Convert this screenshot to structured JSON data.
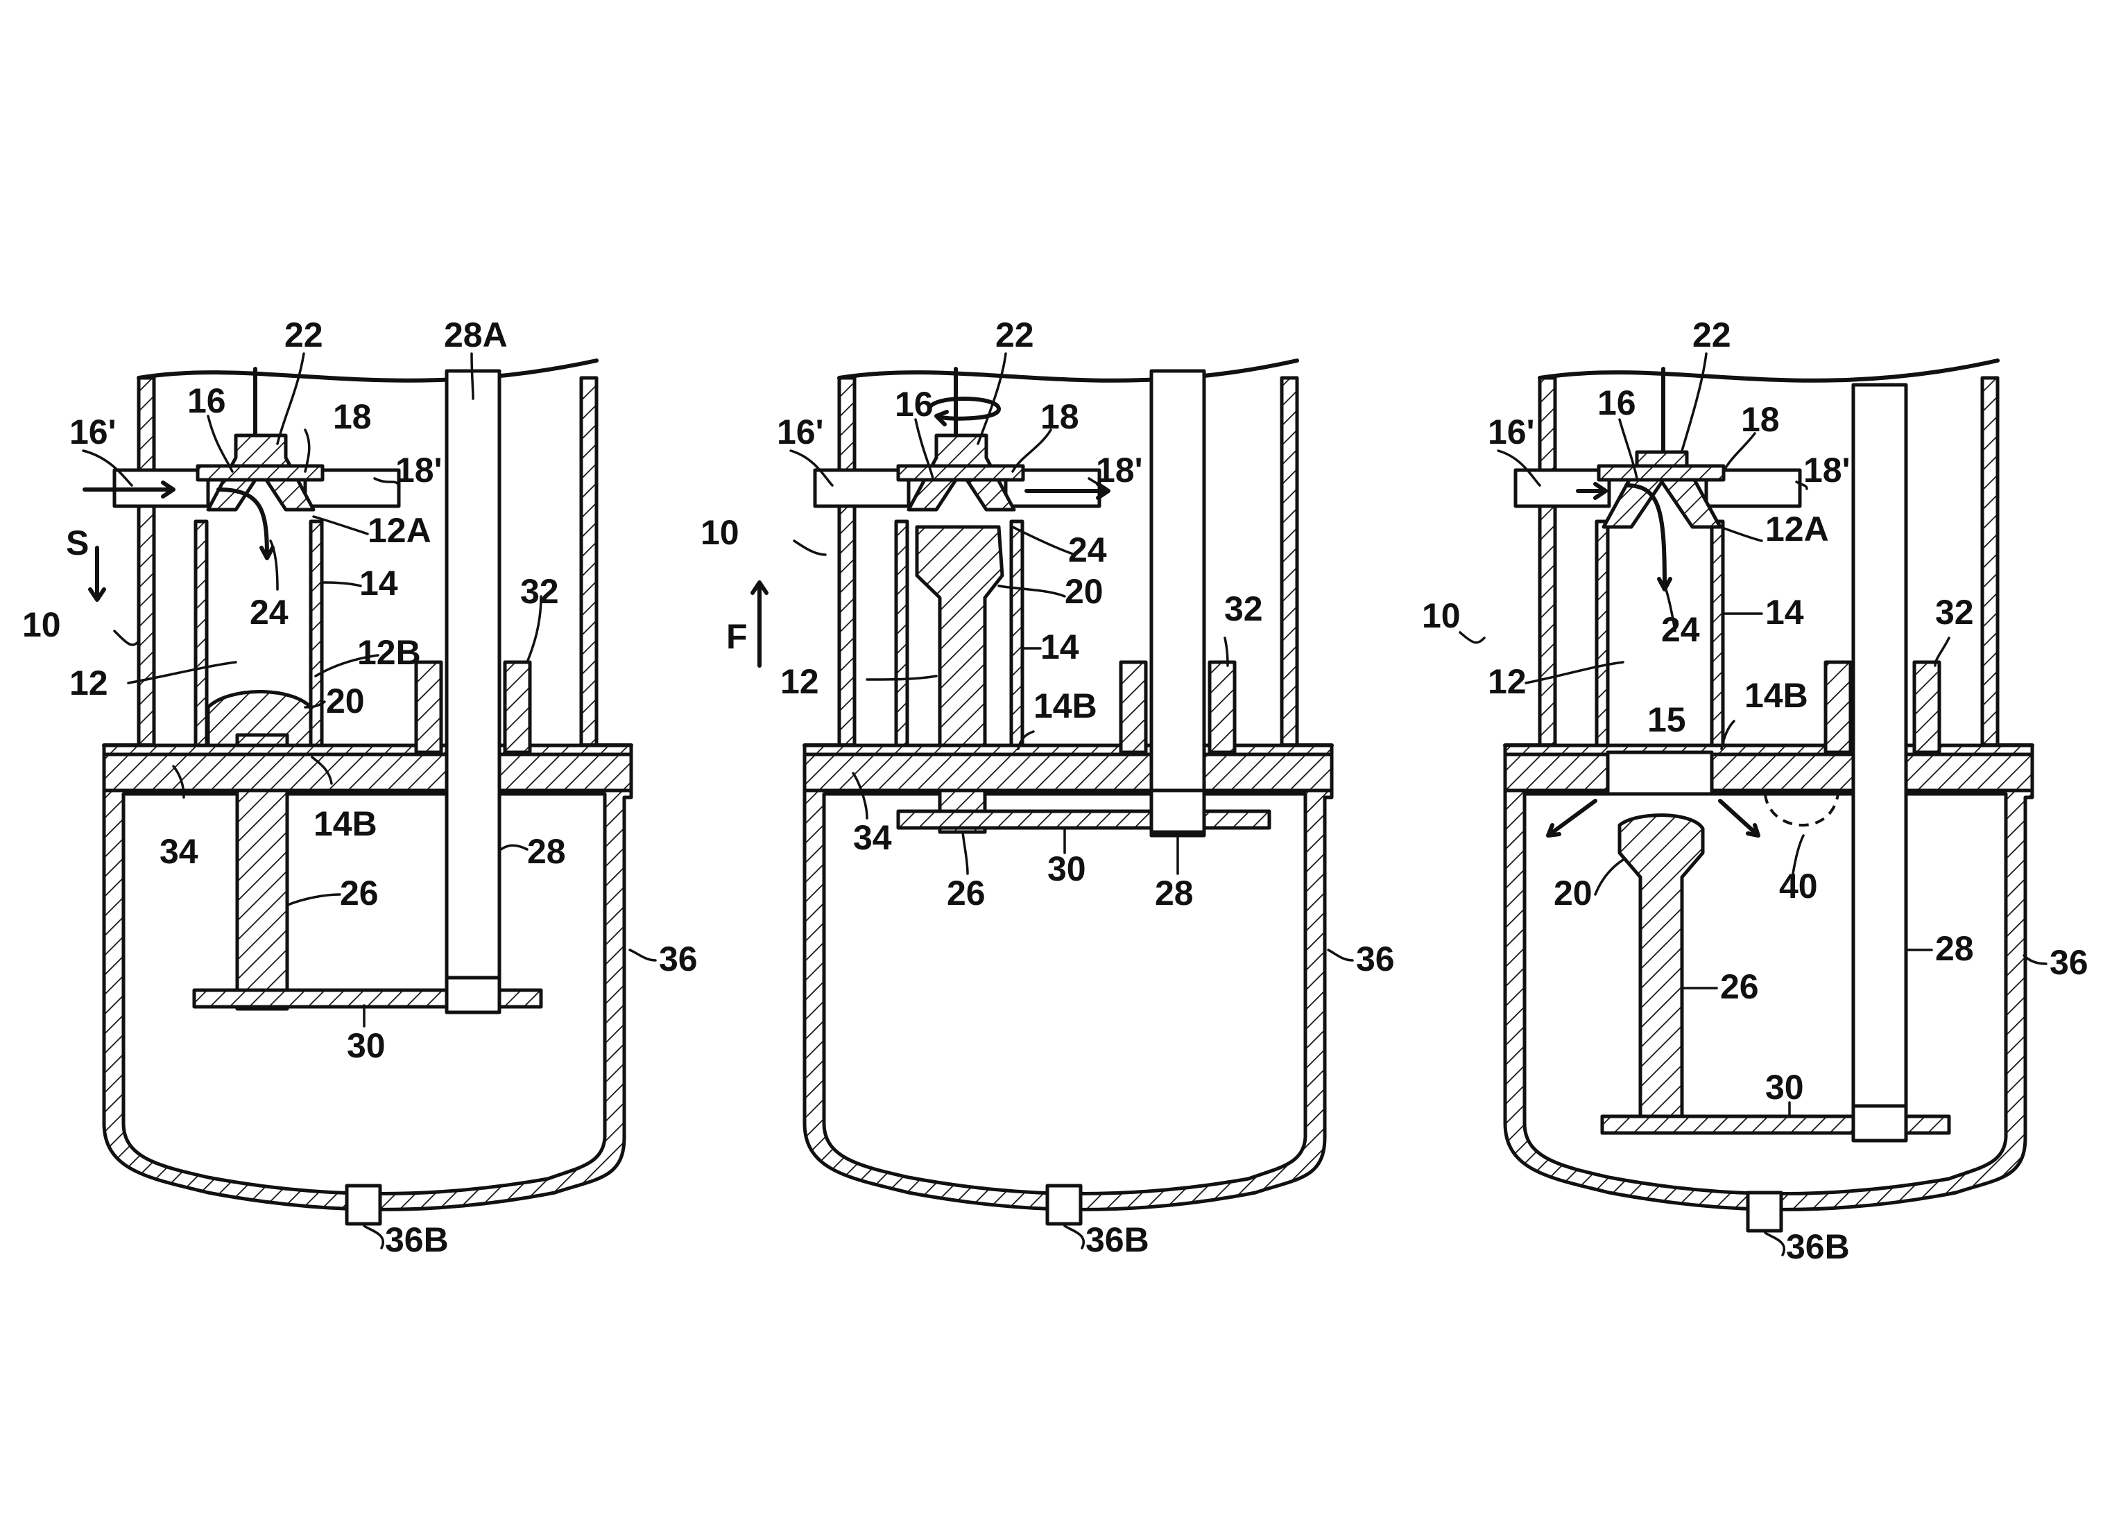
{
  "figures": [
    {
      "id": "left",
      "labels": {
        "n22": "22",
        "n28a": "28A",
        "n16p": "16'",
        "n16": "16",
        "n18": "18",
        "n18p": "18'",
        "s": "S",
        "n24": "24",
        "n12a": "12A",
        "n14": "14",
        "n10": "10",
        "n12": "12",
        "n12b": "12B",
        "n32": "32",
        "n20": "20",
        "n34": "34",
        "n14b": "14B",
        "n28": "28",
        "n26": "26",
        "n36": "36",
        "n30": "30",
        "n36b": "36B"
      }
    },
    {
      "id": "middle",
      "labels": {
        "n22": "22",
        "n16p": "16'",
        "n16": "16",
        "n18": "18",
        "n18p": "18'",
        "n10": "10",
        "n24": "24",
        "n20": "20",
        "f": "F",
        "n14": "14",
        "n32": "32",
        "n12": "12",
        "n14b": "14B",
        "n34": "34",
        "n26": "26",
        "n30": "30",
        "n28": "28",
        "n36": "36",
        "n36b": "36B"
      }
    },
    {
      "id": "right",
      "labels": {
        "n22": "22",
        "n16p": "16'",
        "n16": "16",
        "n18": "18",
        "n18p": "18'",
        "n12a": "12A",
        "n24": "24",
        "n14": "14",
        "n10": "10",
        "n32": "32",
        "n12": "12",
        "n14b": "14B",
        "n15": "15",
        "n40": "40",
        "n20": "20",
        "n28": "28",
        "n26": "26",
        "n36": "36",
        "n30": "30",
        "n36b": "36B"
      }
    }
  ]
}
